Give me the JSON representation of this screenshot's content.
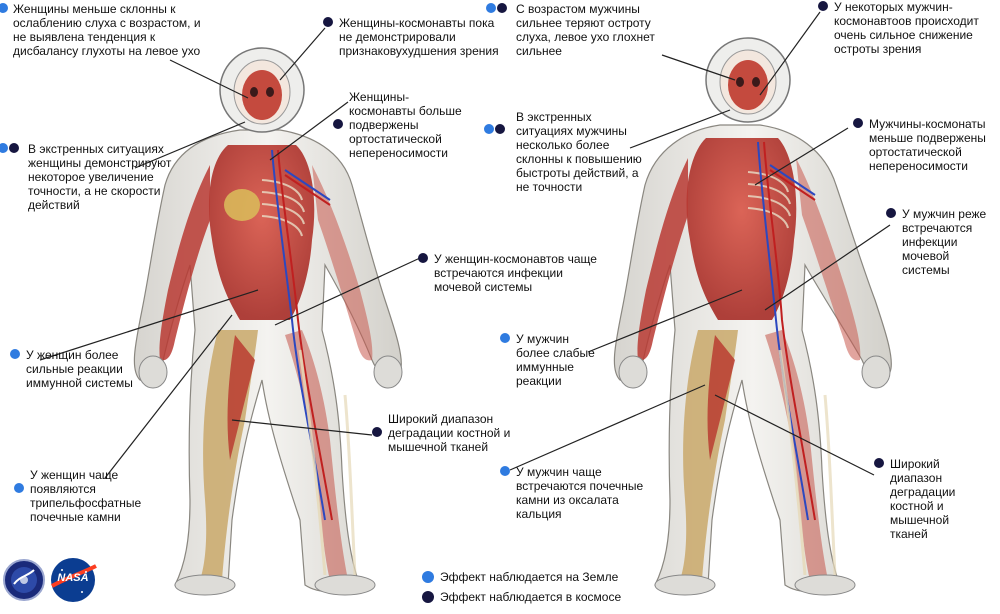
{
  "colors": {
    "earth": "#2f7be0",
    "space": "#161640",
    "line": "#222222",
    "suit": "#e7e6e2",
    "muscle": "#c8463c",
    "bone": "#e6d9b8",
    "vein": "#2c48c0",
    "artery": "#c02020"
  },
  "icons": {
    "earth": "earth-effect-dot-icon",
    "space": "space-effect-dot-icon",
    "figure": "astronaut-anatomy-figure-icon",
    "logo1": "nsbri-seal-logo-icon",
    "logo2": "nasa-logo-icon"
  },
  "annotations": {
    "female_hearing": "Женщины меньше склонны к ослаблению слуха с возрастом, и не выявлена тенденция к дисбалансу глухоты на левое ухо",
    "female_vision": "Женщины-космонавты пока не демонстрировали признаковухудшения зрения",
    "female_ortho": "Женщины-космонавты больше подвержены ортостатической непереносимости",
    "female_emergency": "В экстренных ситуациях женщины демонстрируют некоторое увеличение точности, а не скорости действий",
    "female_uti": "У женщин-космонавтов чаще встречаются инфекции мочевой системы",
    "female_immune": "У женщин более сильные реакции иммунной системы",
    "female_bone": "Широкий диапазон деградации костной и мышечной тканей",
    "female_stones": "У женщин чаще появляются трипельфосфатные почечные камни",
    "male_hearing": "С возрастом мужчины сильнее теряют остроту слуха, левое ухо глохнет сильнее",
    "male_vision": "У некоторых мужчин-космонавтоов происходит очень сильное снижение остроты зрения",
    "male_emergency": "В экстренных ситуациях мужчины несколько более склонны к повышению быстроты действий, а не точности",
    "male_ortho": "Мужчины-космонаты меньше подвержены ортостатической непереносимости",
    "male_uti": "У мужчин реже встречаются инфекции мочевой системы",
    "male_immune": "У мужчин более слабые иммунные реакции",
    "male_stones": "У мужчин чаще встречаются почечные камни из оксалата кальция",
    "male_bone": "Широкий диапазон деградации костной и мышечной тканей"
  },
  "legend": {
    "earth": "Эффект наблюдается на Земле",
    "space": "Эффект наблюдается в космосе"
  },
  "logos": {
    "nasa": "NASA"
  }
}
